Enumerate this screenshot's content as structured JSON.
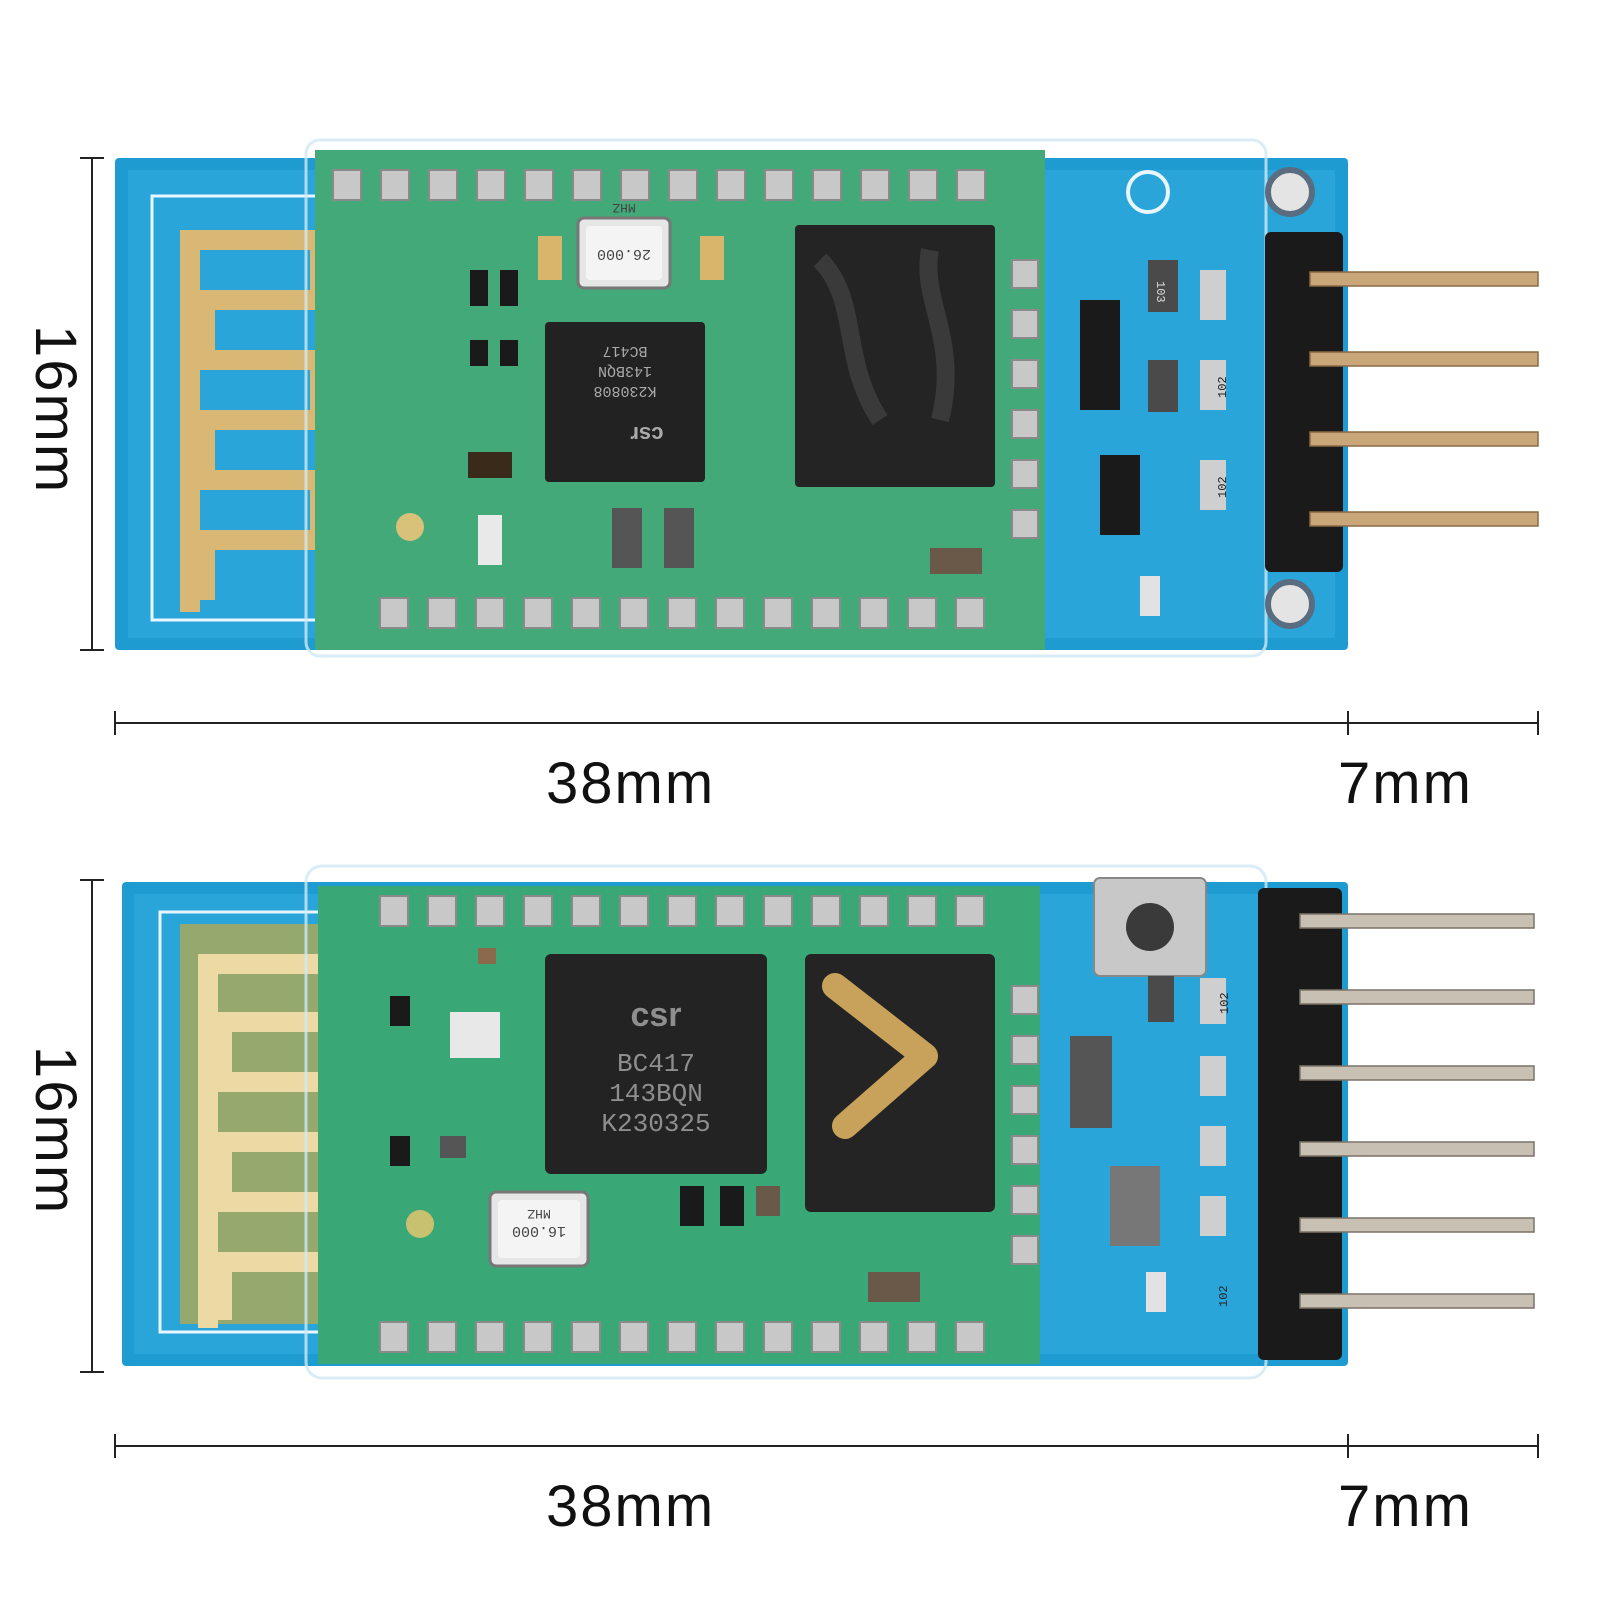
{
  "modules": [
    {
      "variant": "4-pin",
      "dimensions": {
        "height": "16mm",
        "width": "38mm",
        "pin_length": "7mm"
      },
      "crystal_marking": [
        "26.000",
        "MHZ"
      ],
      "chip_marking": [
        "BC417",
        "143BQN",
        "K230808"
      ],
      "chip_brand": "csr",
      "resistor_markings": [
        "103",
        "102",
        "102"
      ]
    },
    {
      "variant": "6-pin",
      "dimensions": {
        "height": "16mm",
        "width": "38mm",
        "pin_length": "7mm"
      },
      "crystal_marking": [
        "16.000",
        "MHZ"
      ],
      "chip_marking": [
        "BC417",
        "143BQN",
        "K230325"
      ],
      "chip_brand": "csr",
      "resistor_markings": [
        "102",
        "102"
      ]
    }
  ],
  "colors": {
    "pcb_blue": "#1e9bd1",
    "pcb_green": "#2fa06a",
    "gold": "#d8b56a",
    "chip_black": "#222222",
    "pin_brass": "#c9a77a"
  }
}
